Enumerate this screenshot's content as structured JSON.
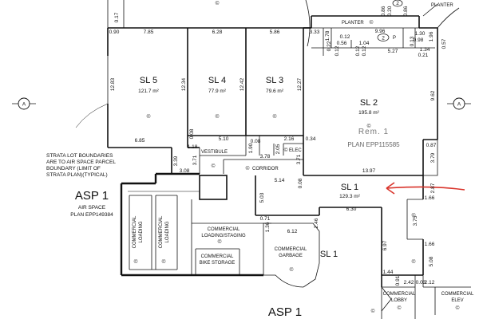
{
  "strata_lots": [
    {
      "name": "SL 5",
      "area": "121.7 m²"
    },
    {
      "name": "SL 4",
      "area": "77.9 m²"
    },
    {
      "name": "SL 3",
      "area": "79.6 m²"
    },
    {
      "name": "SL 2",
      "area": "195.8 m²"
    },
    {
      "name": "SL 1",
      "area": "129.3 m²"
    }
  ],
  "asp": [
    {
      "name": "ASP  1",
      "subtitle": "AIR SPACE",
      "plan": "PLAN EPP149384"
    },
    {
      "name": "ASP  1"
    }
  ],
  "remainder": {
    "label": "Rem. 1",
    "plan": "PLAN EPP115585"
  },
  "rooms": {
    "vestibule": "VESTIBULE",
    "corridor": "CORRIDOR",
    "elec": "ELEC",
    "planter_left": "PLANTER",
    "planter_right": "PLANTER",
    "p_label": "P",
    "comm_loading_1": [
      "COMMERCIAL",
      "LOADING"
    ],
    "comm_loading_2": [
      "COMMERCIAL",
      "LOADING"
    ],
    "comm_loading_staging": [
      "COMMERCIAL",
      "LOADING/STAGING"
    ],
    "comm_bike": [
      "COMMERCIAL",
      "BIKE STORAGE"
    ],
    "comm_garbage": [
      "COMMERCIAL",
      "GARBAGE"
    ],
    "comm_lobby": [
      "COMMERCIAL",
      "LOBBY"
    ],
    "comm_elev": [
      "COMMERCIAL",
      "ELEV"
    ]
  },
  "note": [
    "STRATA LOT BOUNDARIES",
    "ARE TO AIR SPACE PARCEL",
    "BOUNDARY (LIMIT OF",
    "STRATA PLAN)(TYPICAL)"
  ],
  "section_marker": "A",
  "common_symbol": "©",
  "circle_numbers": [
    "2",
    "2"
  ],
  "dims": {
    "d017": "0.17",
    "d090": "0.90",
    "d785": "7.85",
    "d628": "6.28",
    "d586": "5.86",
    "d333": "3.33",
    "d178": "1.78",
    "d086a": "0.86",
    "d086b": "0.86",
    "d020": "0.20",
    "d996": "9.96",
    "d012": "0.12",
    "d056": "0.56",
    "d104": "1.04",
    "d098": "0.98",
    "d130": "1.30",
    "d022": "0.22",
    "d012b": "0.12",
    "d012c": "0.12",
    "d012d": "0.12",
    "d013": "0.13",
    "d527": "5.27",
    "d134": "1.34",
    "d021": "0.21",
    "d196": "1.96",
    "d057": "0.57",
    "d1283": "12.83",
    "d1234": "12.34",
    "d1242": "12.42",
    "d1227": "12.27",
    "d962": "9.62",
    "d685": "6.85",
    "d510": "5.10",
    "d008a": "0.08",
    "d008b": "0.08",
    "d216": "2.16",
    "d034": "0.34",
    "d118": "1.18",
    "d371a": "3.71",
    "d190": "1.90",
    "d378": "3.78",
    "d205": "2.05",
    "d371b": "3.71",
    "d087": "0.87",
    "d379": "3.79",
    "d339": "3.39",
    "d308": "3.08",
    "d1397": "13.97",
    "d514": "5.14",
    "d008c": "0.08",
    "d503": "5.03",
    "d287": "2.87",
    "d166a": "1.66",
    "d630": "6.30",
    "d375": "3.75",
    "d071": "0.71",
    "d136": "1.36",
    "d612": "6.12",
    "d246": "2.46",
    "d166b": "1.66",
    "d697": "6.97",
    "d508": "5.08",
    "d144": "1.44",
    "d091": "0.91",
    "d242": "2.42",
    "d003": "0.03",
    "d212": "2.12"
  },
  "colors": {
    "line": "#111111",
    "arrow": "#d9342b",
    "stamp": "#777777"
  }
}
